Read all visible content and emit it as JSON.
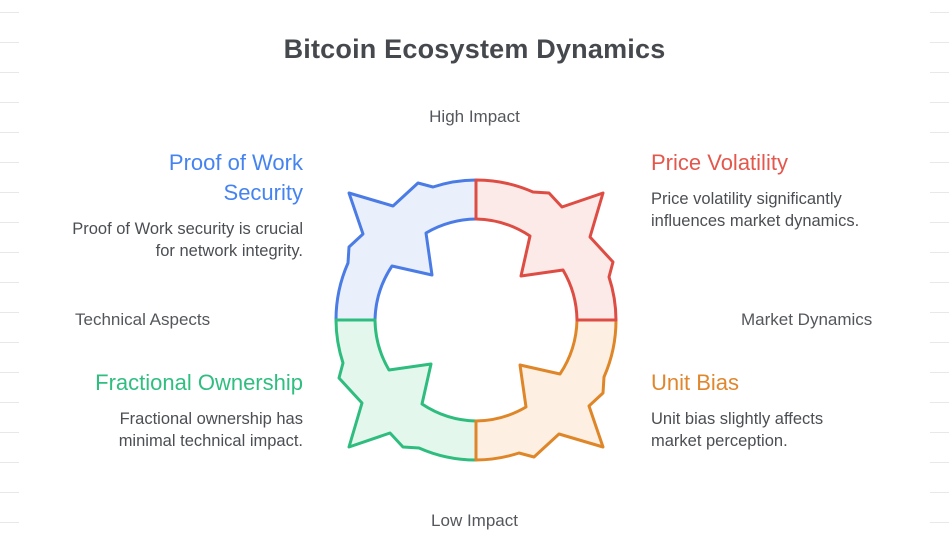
{
  "title": "Bitcoin Ecosystem Dynamics",
  "axis_labels": {
    "top": "High Impact",
    "bottom": "Low Impact",
    "left": "Technical Aspects",
    "right": "Market Dynamics"
  },
  "quadrants": [
    {
      "position": "top-left",
      "label": "Proof of Work Security",
      "description": "Proof of Work security is crucial for network integrity.",
      "color": "#4584f0",
      "stroke": "#4b7ce5",
      "fill": "#e9f0fc"
    },
    {
      "position": "top-right",
      "label": "Price Volatility",
      "description": "Price volatility significantly influences market dynamics.",
      "color": "#e4574d",
      "stroke": "#dd4d44",
      "fill": "#fceae8"
    },
    {
      "position": "bottom-left",
      "label": "Fractional Ownership",
      "description": "Fractional ownership has minimal technical impact.",
      "color": "#2fbe80",
      "stroke": "#2ebd7e",
      "fill": "#e4f7ed"
    },
    {
      "position": "bottom-right",
      "label": "Unit Bias",
      "description": "Unit bias slightly affects market perception.",
      "color": "#e0872e",
      "stroke": "#df8629",
      "fill": "#fdf0e2"
    }
  ]
}
